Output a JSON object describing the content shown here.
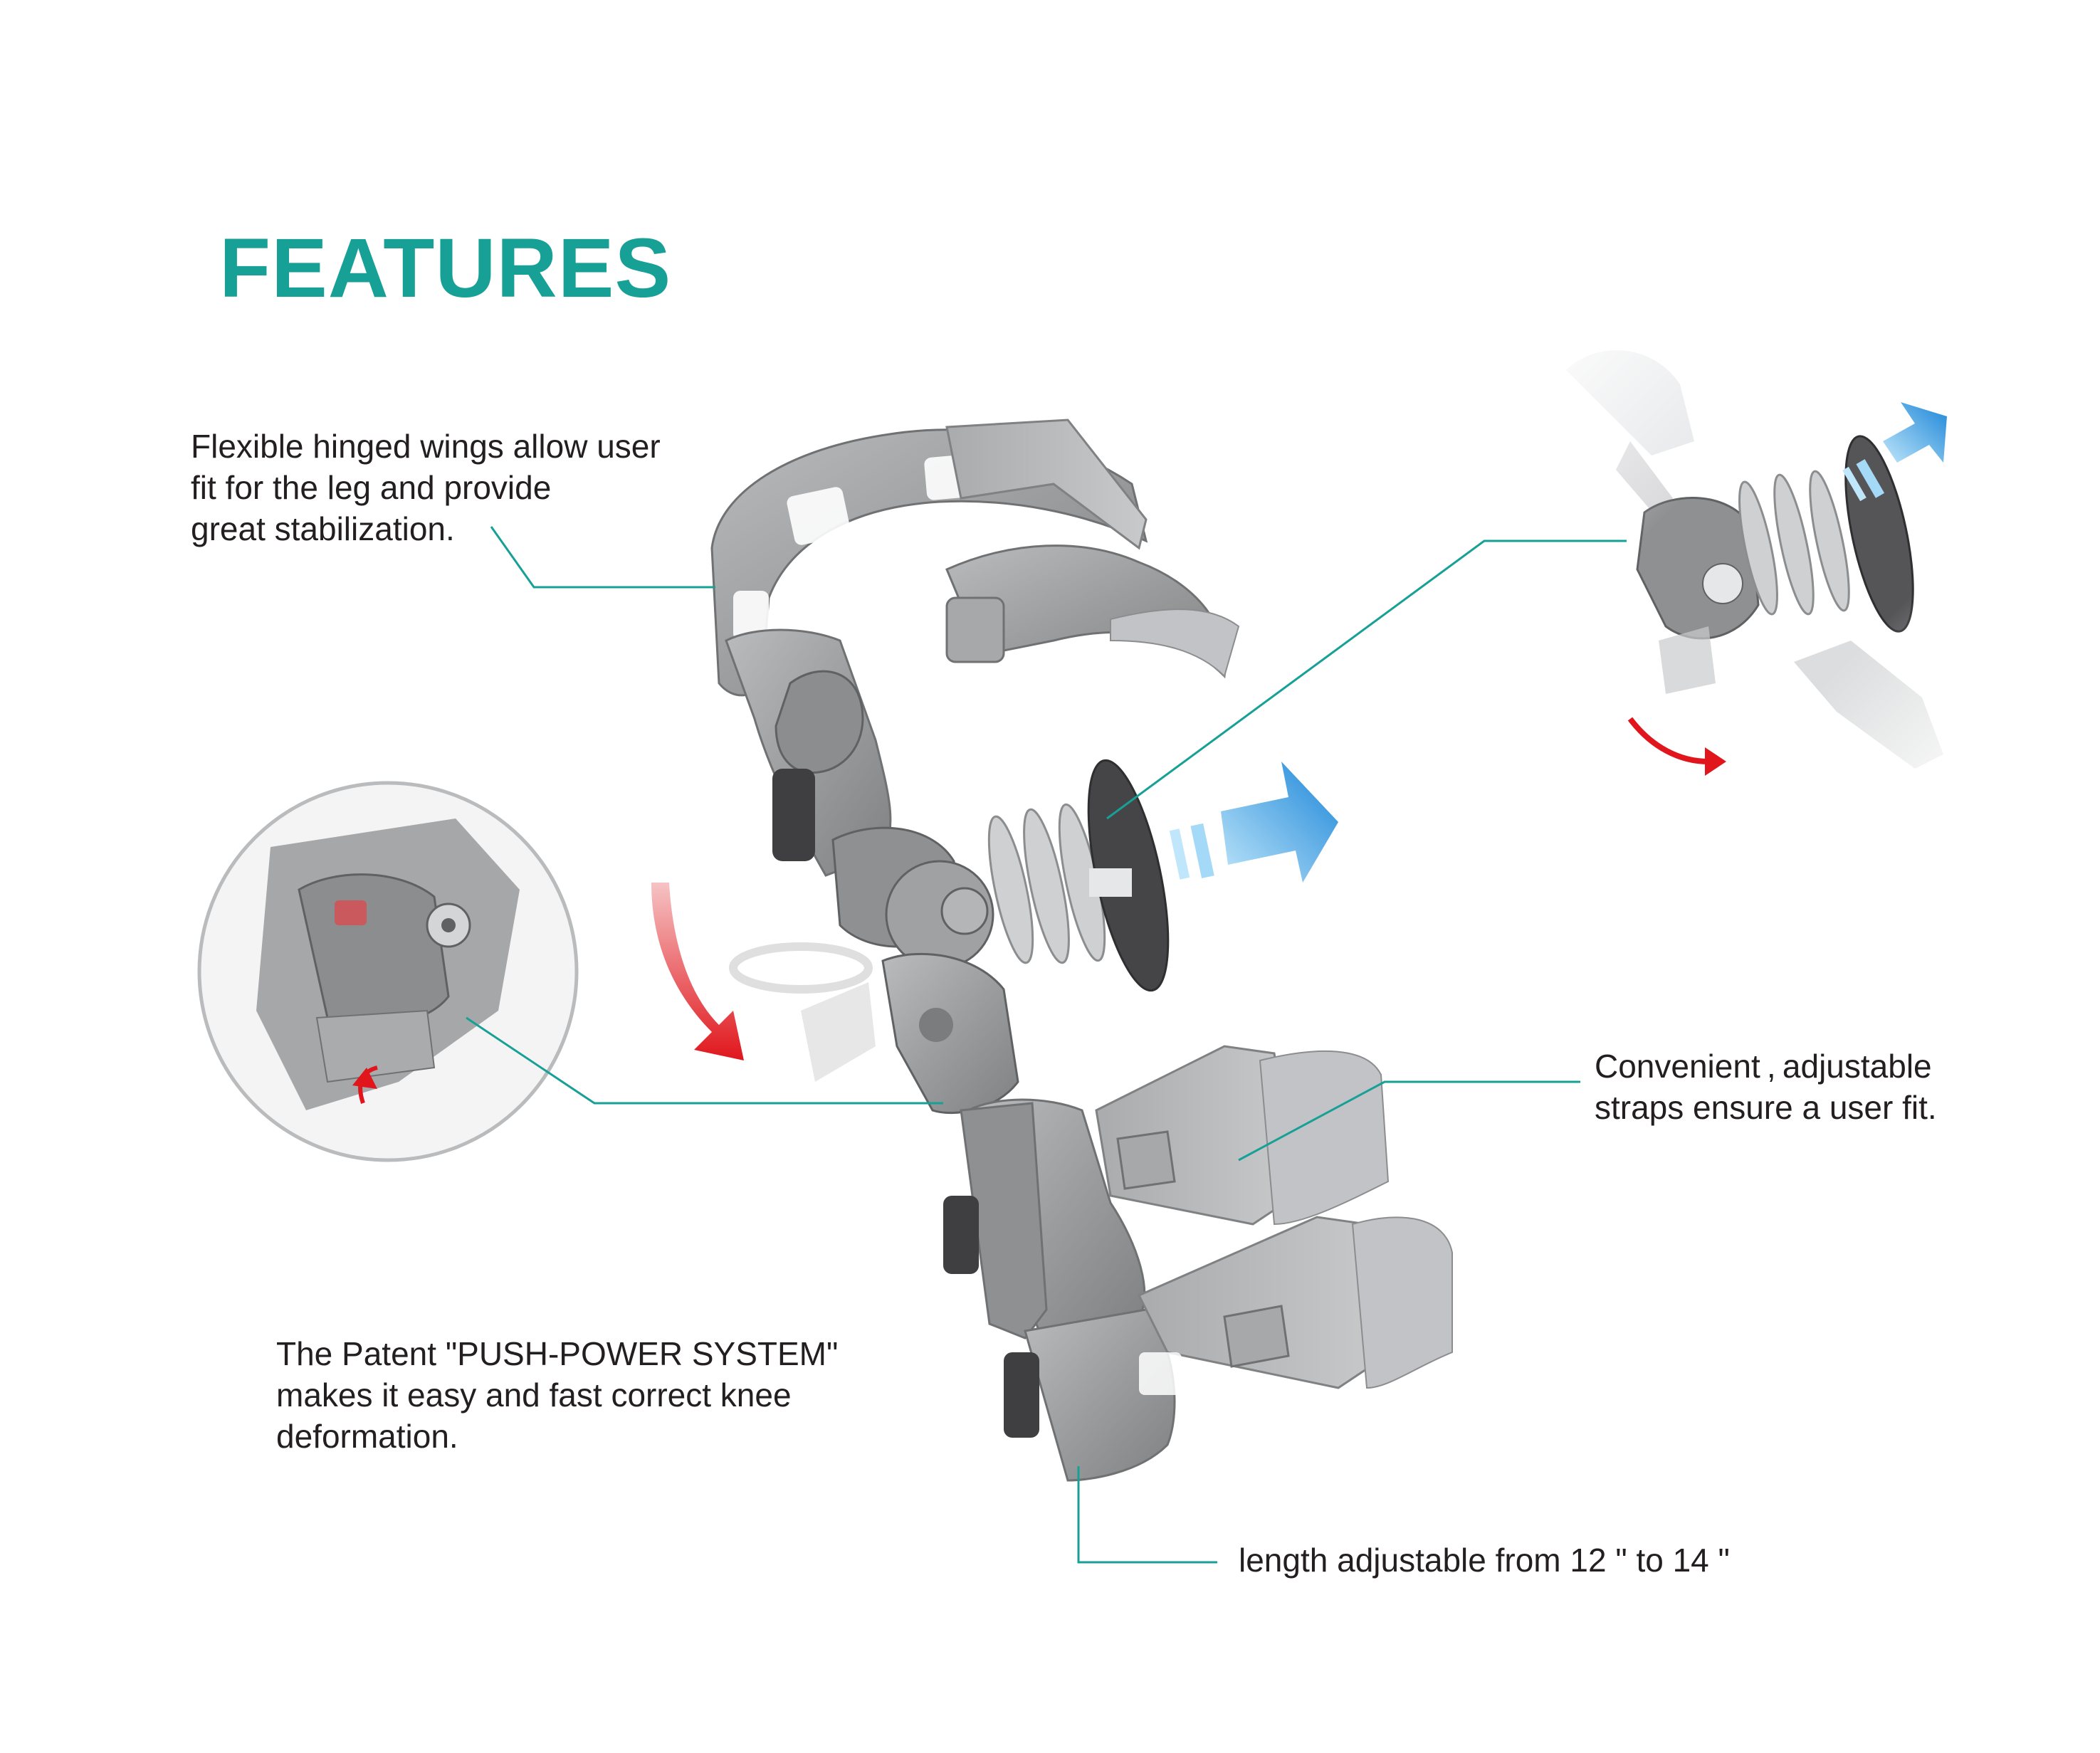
{
  "title": "FEATURES",
  "callouts": {
    "wings": {
      "lines": [
        "Flexible hinged wings allow user",
        "fit for the leg and provide",
        "great stabilization."
      ]
    },
    "push_power": {
      "lines": [
        "The Patent \"PUSH-POWER SYSTEM\"",
        "makes it easy and fast correct knee",
        "deformation."
      ]
    },
    "straps": {
      "lines": [
        "Convenient , adjustable",
        "straps ensure a user fit."
      ]
    },
    "length": {
      "lines": [
        "length adjustable from 12 \" to 14 \""
      ]
    }
  },
  "colors": {
    "accent": "#17a096",
    "leader_line": "#17a096",
    "brace_gray": "#9a9c9e",
    "arrow_blue": "#2f8fd8",
    "arrow_red": "#e0161c",
    "text": "#231f20"
  },
  "icons": {
    "push_arrow": "blue-arrow-icon",
    "rotate_arrow": "red-curved-arrow-icon"
  }
}
